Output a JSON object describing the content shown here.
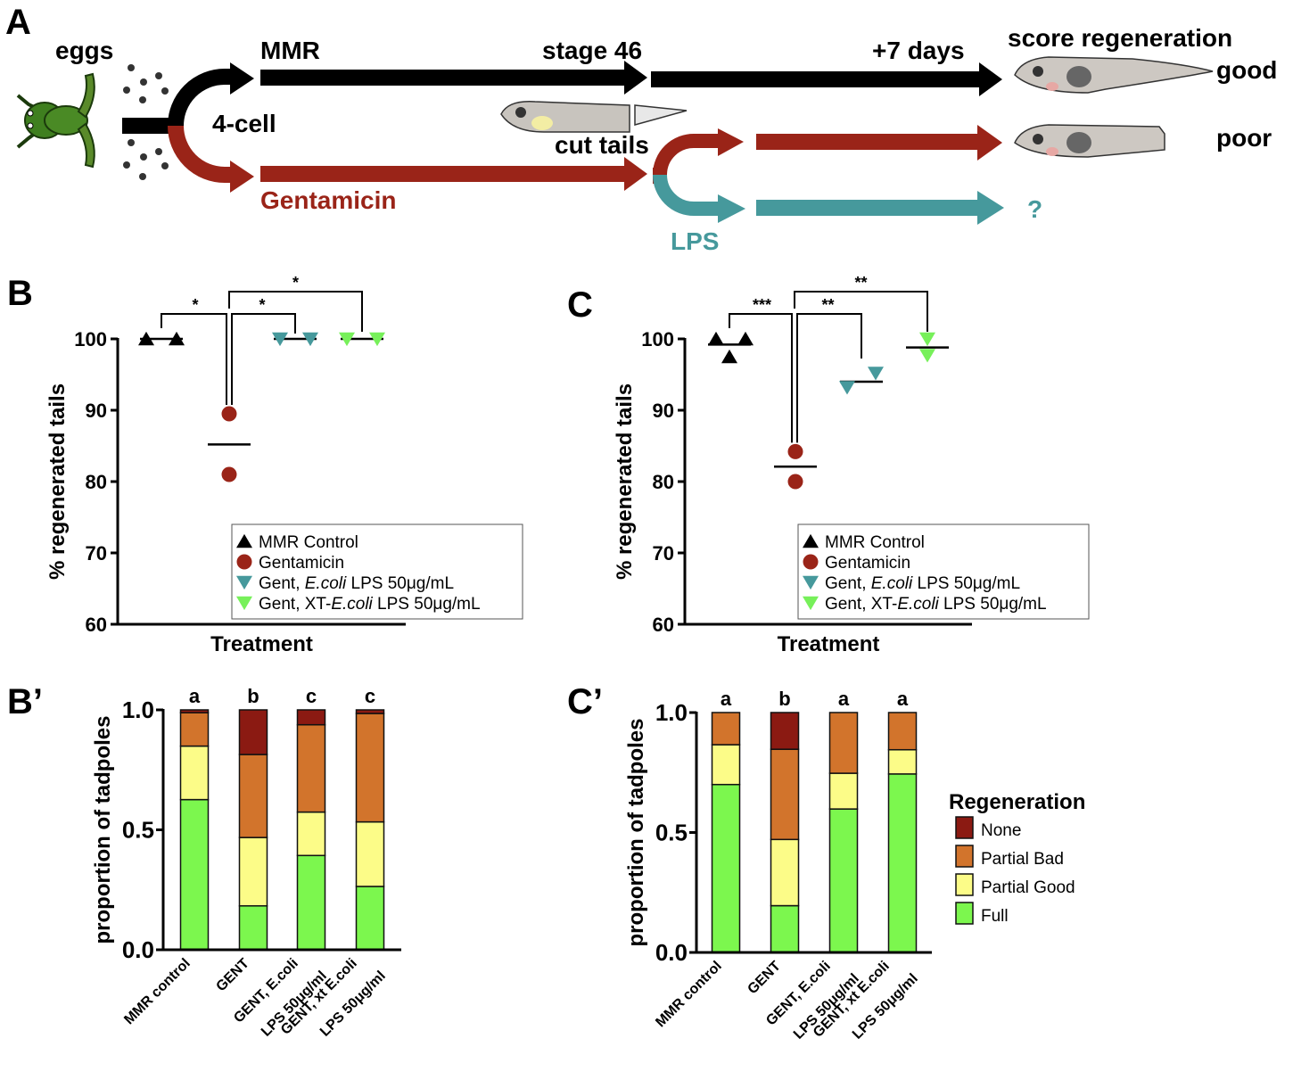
{
  "colors": {
    "black": "#000000",
    "gentamicin_red": "#9a2418",
    "lps_teal": "#46999c",
    "xt_green": "#77f05a",
    "none": "#8b1a12",
    "partial_bad": "#d2742c",
    "partial_good": "#fcfc88",
    "full": "#7cf74e",
    "frog_green": "#3f7f1f"
  },
  "panel_a": {
    "letter": "A",
    "eggs": "eggs",
    "four_cell": "4-cell",
    "mmr": "MMR",
    "gentamicin": "Gentamicin",
    "stage46": "stage 46",
    "cut_tails": "cut tails",
    "lps": "LPS",
    "plus7": "+7 days",
    "score": "score regeneration",
    "good": "good",
    "poor": "poor",
    "unknown": "?"
  },
  "chart_data": [
    {
      "id": "B",
      "panel_letter": "B",
      "type": "scatter",
      "title": "",
      "xlabel": "Treatment",
      "ylabel": "% regenerated tails",
      "ylim": [
        60,
        100
      ],
      "yticks": [
        "60",
        "70",
        "80",
        "90",
        "100"
      ],
      "series": [
        {
          "name": "MMR Control",
          "marker": "triangle-up",
          "color": "#000000",
          "values": [
            100,
            100
          ],
          "mean": 100
        },
        {
          "name": "Gentamicin",
          "marker": "circle",
          "color": "#9a2418",
          "values": [
            89.5,
            81.0
          ],
          "mean": 85.2
        },
        {
          "name": "Gent, E.coli LPS 50μg/mL",
          "marker": "triangle-down",
          "color": "#46999c",
          "values": [
            100,
            100
          ],
          "mean": 100
        },
        {
          "name": "Gent, XT-E.coli LPS 50μg/mL",
          "marker": "triangle-down",
          "color": "#77f05a",
          "values": [
            100,
            100
          ],
          "mean": 100
        }
      ],
      "legend_items": [
        {
          "pre": "MMR Control",
          "ital": "",
          "post": ""
        },
        {
          "pre": "Gentamicin",
          "ital": "",
          "post": ""
        },
        {
          "pre": "Gent, ",
          "ital": "E.coli",
          "post": " LPS 50μg/mL"
        },
        {
          "pre": "Gent, XT-",
          "ital": "E.coli",
          "post": " LPS 50μg/mL"
        }
      ],
      "legend_position": "bottom-right",
      "significance": [
        {
          "from": "MMR Control",
          "to": "Gentamicin",
          "label": "*"
        },
        {
          "from": "Gentamicin",
          "to": "Gent, E.coli LPS 50μg/mL",
          "label": "*"
        },
        {
          "from": "Gentamicin",
          "to": "Gent, XT-E.coli LPS 50μg/mL",
          "label": "*"
        }
      ]
    },
    {
      "id": "C",
      "panel_letter": "C",
      "type": "scatter",
      "title": "",
      "xlabel": "Treatment",
      "ylabel": "% regenerated tails",
      "ylim": [
        60,
        100
      ],
      "yticks": [
        "60",
        "70",
        "80",
        "90",
        "100"
      ],
      "series": [
        {
          "name": "MMR Control",
          "marker": "triangle-up",
          "color": "#000000",
          "values": [
            100,
            100,
            97.5
          ],
          "mean": 99.2
        },
        {
          "name": "Gentamicin",
          "marker": "circle",
          "color": "#9a2418",
          "values": [
            84.2,
            80.0
          ],
          "mean": 82.1
        },
        {
          "name": "Gent, E.coli LPS 50μg/mL",
          "marker": "triangle-down",
          "color": "#46999c",
          "values": [
            93.2,
            95.2
          ],
          "mean": 94.0
        },
        {
          "name": "Gent, XT-E.coli LPS 50μg/mL",
          "marker": "triangle-down",
          "color": "#77f05a",
          "values": [
            100,
            97.7
          ],
          "mean": 98.8
        }
      ],
      "legend_items": [
        {
          "pre": "MMR Control",
          "ital": "",
          "post": ""
        },
        {
          "pre": "Gentamicin",
          "ital": "",
          "post": ""
        },
        {
          "pre": "Gent, ",
          "ital": "E.coli",
          "post": " LPS 50μg/mL"
        },
        {
          "pre": "Gent, XT-",
          "ital": "E.coli",
          "post": " LPS 50μg/mL"
        }
      ],
      "legend_position": "bottom-right",
      "significance": [
        {
          "from": "MMR Control",
          "to": "Gentamicin",
          "label": "***"
        },
        {
          "from": "Gentamicin",
          "to": "Gent, E.coli LPS 50μg/mL",
          "label": "**"
        },
        {
          "from": "Gentamicin",
          "to": "Gent, XT-E.coli LPS 50μg/mL",
          "label": "**"
        }
      ]
    },
    {
      "id": "Bp",
      "panel_letter": "B’",
      "type": "bar",
      "stacked": true,
      "title": "",
      "xlabel": "",
      "ylabel": "proportion of tadpoles",
      "ylim": [
        0,
        1
      ],
      "yticks": [
        "0.0",
        "0.5",
        "1.0"
      ],
      "categories": [
        [
          "MMR control"
        ],
        [
          "GENT"
        ],
        [
          "GENT, E.coli",
          "LPS 50μg/ml"
        ],
        [
          "GENT, xt E.coli",
          "LPS 50μg/ml"
        ]
      ],
      "group_letters": [
        "a",
        "b",
        "c",
        "c"
      ],
      "series": [
        {
          "name": "Full",
          "values": [
            0.626,
            0.183,
            0.393,
            0.264
          ]
        },
        {
          "name": "Partial Good",
          "values": [
            0.223,
            0.285,
            0.181,
            0.269
          ]
        },
        {
          "name": "Partial Bad",
          "values": [
            0.139,
            0.346,
            0.364,
            0.452
          ]
        },
        {
          "name": "None",
          "values": [
            0.012,
            0.186,
            0.062,
            0.015
          ]
        }
      ]
    },
    {
      "id": "Cp",
      "panel_letter": "C’",
      "type": "bar",
      "stacked": true,
      "title": "",
      "xlabel": "",
      "ylabel": "proportion of tadpoles",
      "ylim": [
        0,
        1
      ],
      "yticks": [
        "0.0",
        "0.5",
        "1.0"
      ],
      "categories": [
        [
          "MMR control"
        ],
        [
          "GENT"
        ],
        [
          "GENT, E.coli",
          "LPS 50μg/ml"
        ],
        [
          "GENT, xt E.coli",
          "LPS 50μg/ml"
        ]
      ],
      "group_letters": [
        "a",
        "b",
        "a",
        "a"
      ],
      "series": [
        {
          "name": "Full",
          "values": [
            0.7,
            0.195,
            0.598,
            0.744
          ]
        },
        {
          "name": "Partial Good",
          "values": [
            0.166,
            0.276,
            0.149,
            0.101
          ]
        },
        {
          "name": "Partial Bad",
          "values": [
            0.134,
            0.376,
            0.253,
            0.155
          ]
        },
        {
          "name": "None",
          "values": [
            0.0,
            0.153,
            0.0,
            0.0
          ]
        }
      ],
      "legend": {
        "title": "Regeneration",
        "items": [
          "None",
          "Partial Bad",
          "Partial Good",
          "Full"
        ],
        "position": "right"
      }
    }
  ]
}
